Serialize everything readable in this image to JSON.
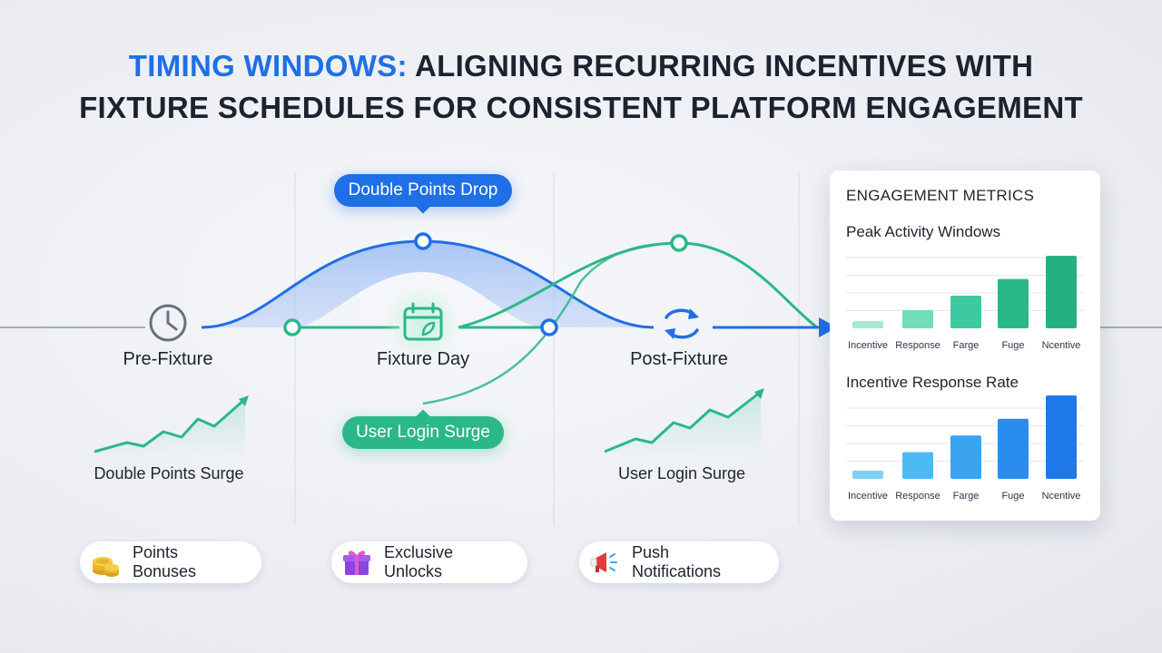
{
  "title": {
    "accent": "TIMING WINDOWS:",
    "rest_line1": " ALIGNING RECURRING INCENTIVES WITH",
    "line2": "FIXTURE SCHEDULES FOR CONSISTENT PLATFORM ENGAGEMENT"
  },
  "colors": {
    "blue": "#1f6fe6",
    "green": "#2bb889",
    "text": "#1e2330"
  },
  "timeline": {
    "stages": [
      {
        "label": "Pre-Fixture",
        "icon": "clock-icon"
      },
      {
        "label": "Fixture Day",
        "icon": "calendar-icon"
      },
      {
        "label": "Post-Fixture",
        "icon": "refresh-icon"
      }
    ],
    "callouts": {
      "top": "Double Points Drop",
      "bottom": "User Login Surge"
    },
    "trend_labels": [
      "Double Points Surge",
      "User Login Surge"
    ]
  },
  "chips": [
    {
      "label": "Points Bonuses",
      "icon": "coins-icon"
    },
    {
      "label": "Exclusive Unlocks",
      "icon": "gift-icon"
    },
    {
      "label": "Push Notifications",
      "icon": "megaphone-icon"
    }
  ],
  "panel": {
    "title": "ENGAGEMENT METRICS"
  },
  "chart_data": [
    {
      "type": "bar",
      "title": "Peak Activity Windows",
      "categories": [
        "Incentive",
        "Response",
        "Farge",
        "Fuge",
        "Ncentive"
      ],
      "values": [
        10,
        25,
        45,
        68,
        100
      ],
      "ylim": [
        0,
        100
      ],
      "grid": true,
      "colors": [
        "#a4ead4",
        "#6fdcbc",
        "#3fc9a0",
        "#2bb889",
        "#25b080"
      ]
    },
    {
      "type": "bar",
      "title": "Incentive Response Rate",
      "categories": [
        "Incentive",
        "Response",
        "Farge",
        "Fuge",
        "Ncentive"
      ],
      "values": [
        10,
        32,
        52,
        72,
        100
      ],
      "ylim": [
        0,
        100
      ],
      "grid": true,
      "colors": [
        "#7fd0f5",
        "#4cbaf2",
        "#3aa4f1",
        "#2b8cf0",
        "#1f78e8"
      ]
    }
  ]
}
